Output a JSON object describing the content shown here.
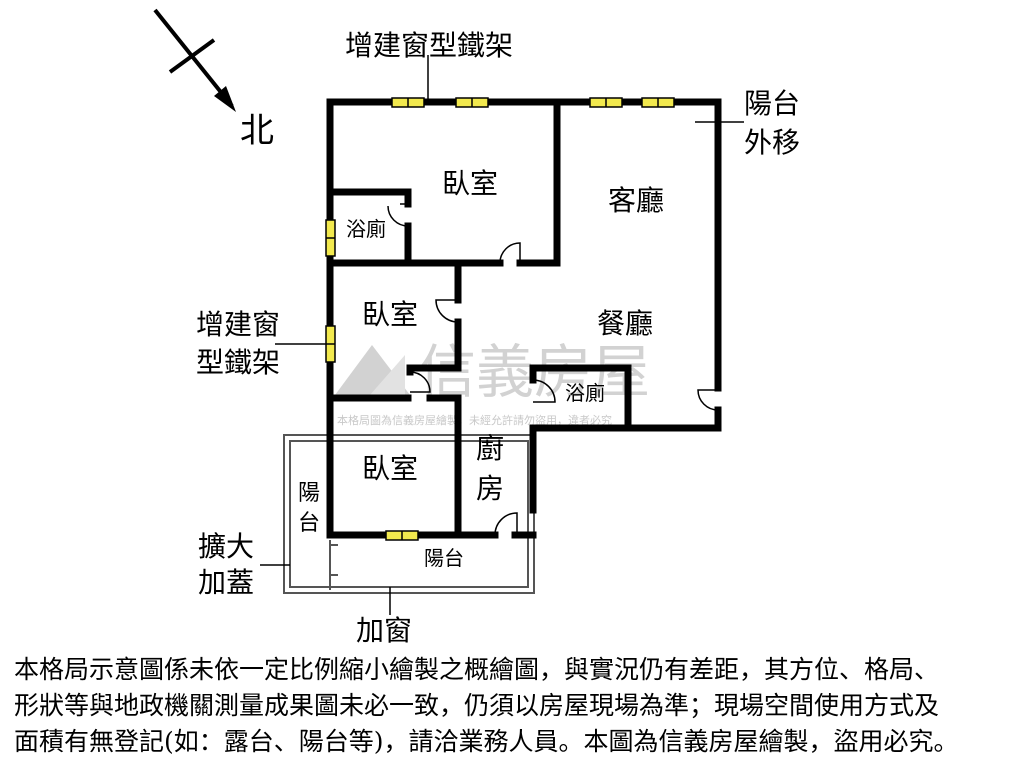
{
  "compass": {
    "north": "北"
  },
  "labels": {
    "top_window": "增建窗型鐵架",
    "balcony_moved_1": "陽台",
    "balcony_moved_2": "外移",
    "left_window_1": "增建窗",
    "left_window_2": "型鐵架",
    "expand_1": "擴大",
    "expand_2": "加蓋",
    "add_window": "加窗",
    "side_balcony_1": "陽",
    "side_balcony_2": "台"
  },
  "rooms": {
    "bedroom_top": "臥室",
    "bathroom_left": "浴廁",
    "living_room": "客廳",
    "bedroom_mid": "臥室",
    "dining_room": "餐廳",
    "bathroom_right": "浴廁",
    "bedroom_bottom": "臥室",
    "kitchen_1": "廚",
    "kitchen_2": "房",
    "balcony_bottom": "陽台"
  },
  "watermark": {
    "brand": "信義房屋",
    "notice": "本格局圖為信義房屋繪製，未經允許請勿盜用，違者必究"
  },
  "disclaimer": {
    "line1": "本格局示意圖係未依一定比例縮小繪製之概繪圖，與實況仍有差距，其方位、格局、",
    "line2": "形狀等與地政機關測量成果圖未必一致，仍須以房屋現場為準；現場空間使用方式及",
    "line3": "面積有無登記(如：露台、陽台等)，請洽業務人員。本圖為信義房屋繪製，盜用必究。"
  },
  "colors": {
    "wall": "#000000",
    "window_fill": "#f2e94e",
    "watermark": "#d2d2d2"
  }
}
